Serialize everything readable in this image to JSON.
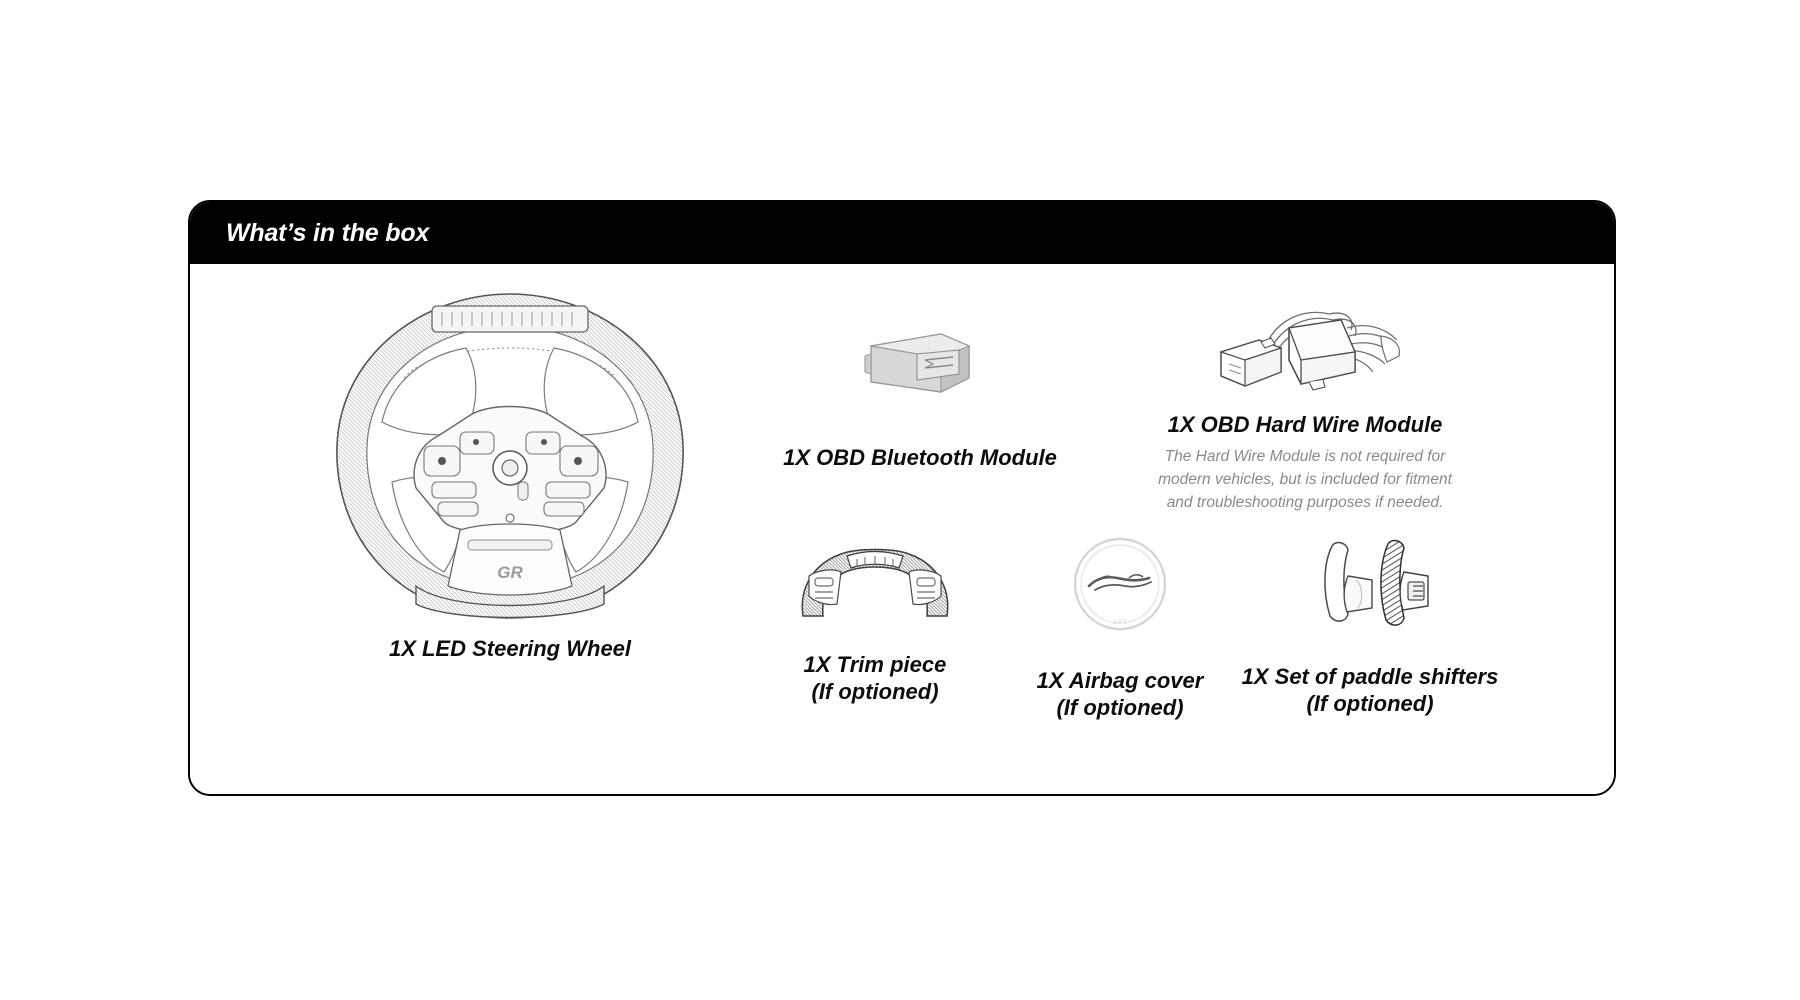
{
  "card": {
    "header": {
      "title": "What’s in the box"
    },
    "items": [
      {
        "id": "steering-wheel",
        "label": "1X LED Steering Wheel",
        "icon": "led-steering-wheel-illustration",
        "note": ""
      },
      {
        "id": "obd-bluetooth-module",
        "label": "1X OBD Bluetooth Module",
        "icon": "obd-bluetooth-module-illustration",
        "note": ""
      },
      {
        "id": "obd-hard-wire-module",
        "label": "1X OBD Hard Wire Module",
        "icon": "obd-hard-wire-module-illustration",
        "note": "The Hard Wire Module is not required for\nmodern vehicles, but is included for fitment\nand troubleshooting purposes if needed."
      },
      {
        "id": "trim-piece",
        "label": "1X Trim piece\n(If optioned)",
        "icon": "trim-piece-illustration",
        "note": ""
      },
      {
        "id": "airbag-cover",
        "label": "1X Airbag cover\n(If optioned)",
        "icon": "airbag-cover-illustration",
        "note": ""
      },
      {
        "id": "paddle-shifters",
        "label": "1X Set of paddle shifters\n(If optioned)",
        "icon": "paddle-shifters-illustration",
        "note": ""
      }
    ]
  },
  "colors": {
    "header_background": "#000000",
    "header_text": "#ffffff",
    "card_border": "#000000",
    "page_background": "#ffffff",
    "label_text": "#0d0d0d",
    "note_text": "#8a8a8a",
    "line_art": "#4a4a4a"
  },
  "badges": {
    "wheel_emblem": "GR",
    "airbag_emblem": "Supra"
  }
}
